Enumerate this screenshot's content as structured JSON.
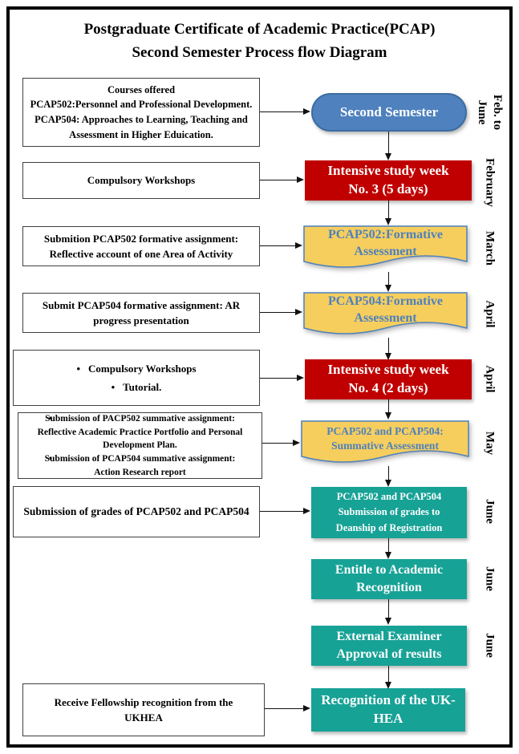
{
  "title": {
    "line1": "Postgraduate Certificate of Academic Practice(PCAP)",
    "line2": "Second Semester Process flow Diagram"
  },
  "left_boxes": {
    "courses": {
      "line1": "Courses offered",
      "line2": "PCAP502:Personnel and Professional Development.",
      "line3": "PCAP504: Approaches to Learning, Teaching and Assessment in Higher Eduication."
    },
    "workshops": "Compulsory Workshops",
    "submit502": "Submition PCAP502 formative assignment: Reflective account of one Area of Activity",
    "submit504": "Submit PCAP504 formative assignment: AR progress presentation",
    "workshops_tutorial": {
      "bullet1": "Compulsory Workshops",
      "bullet2": "Tutorial."
    },
    "summative_bullets": {
      "bullet1": "Submission of PACP502 summative assignment: Reflective Academic Practice Portfolio and Personal Development Plan.",
      "bullet2": "Submission of PCAP504 summative assignment: Action Research report"
    },
    "grades": "Submission of grades of PCAP502 and  PCAP504",
    "fellowship": "Receive Fellowship recognition from the UKHEA"
  },
  "flow_nodes": {
    "second_semester": "Second Semester",
    "intensive_week_3": "Intensive study week No. 3 (5 days)",
    "pcap502_formative": "PCAP502:Formative Assessment",
    "pcap504_formative": "PCAP504:Formative Assessment",
    "intensive_week_4": "Intensive study week No. 4 (2 days)",
    "summative_assessment": "PCAP502 and PCAP504: Summative Assessment",
    "grades_submission": "PCAP502 and PCAP504 Submission of grades to Deanship of Registration",
    "academic_recognition": "Entitle to Academic Recognition",
    "external_examiner": "External Examiner Approval of results",
    "ukhea_recognition": "Recognition of the UK-HEA"
  },
  "months": [
    "Feb. to June",
    "February",
    "March",
    "April",
    "April",
    "May",
    "June",
    "June",
    "June"
  ],
  "colors": {
    "terminator_blue": "#4E81BD",
    "process_red": "#C00000",
    "document_yellow": "#F6CE5E",
    "document_border_blue": "#4E81BD",
    "process_teal": "#17A296"
  }
}
